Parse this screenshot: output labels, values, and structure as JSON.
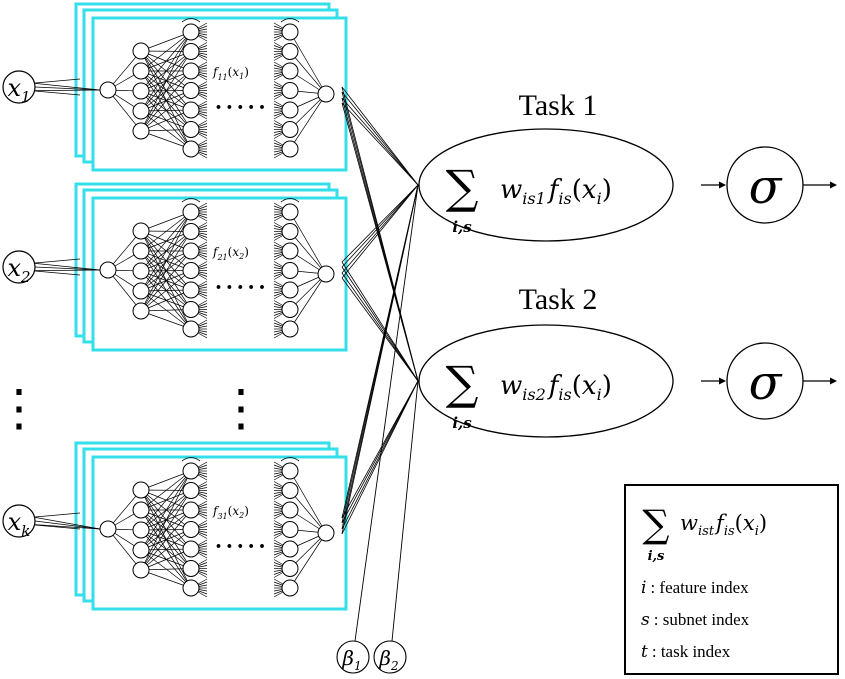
{
  "inputs": [
    {
      "base": "x",
      "sub": "1"
    },
    {
      "base": "x",
      "sub": "2"
    },
    {
      "base": "x",
      "sub": "k"
    }
  ],
  "subnets": [
    {
      "fn_base": "f",
      "fn_sub": "11",
      "fn_arg_base": "x",
      "fn_arg_sub": "1"
    },
    {
      "fn_base": "f",
      "fn_sub": "21",
      "fn_arg_base": "x",
      "fn_arg_sub": "2"
    },
    {
      "fn_base": "f",
      "fn_sub": "31",
      "fn_arg_base": "x",
      "fn_arg_sub": "2"
    }
  ],
  "subnet_dots": "• • • • •",
  "vertical_ellipsis": "⋮",
  "tasks": [
    {
      "title": "Task 1",
      "weight_base": "w",
      "weight_sub": "is1",
      "f_base": "f",
      "f_sub": "is",
      "arg_base": "x",
      "arg_sub": "i",
      "sum_sub": "i,s",
      "activation": "σ"
    },
    {
      "title": "Task 2",
      "weight_base": "w",
      "weight_sub": "is2",
      "f_base": "f",
      "f_sub": "is",
      "arg_base": "x",
      "arg_sub": "i",
      "sum_sub": "i,s",
      "activation": "σ"
    }
  ],
  "betas": [
    {
      "base": "β",
      "sub": "1"
    },
    {
      "base": "β",
      "sub": "2"
    }
  ],
  "legend": {
    "weight_base": "w",
    "weight_sub": "ist",
    "f_base": "f",
    "f_sub": "is",
    "arg_base": "x",
    "arg_sub": "i",
    "sum_sub": "i,s",
    "rows": [
      {
        "symbol": "i",
        "text": ": feature index"
      },
      {
        "symbol": "s",
        "text": ": subnet index"
      },
      {
        "symbol": "t",
        "text": ": task index"
      }
    ]
  },
  "colors": {
    "subnet_frame": "#33e0ea",
    "stroke": "#000000"
  }
}
